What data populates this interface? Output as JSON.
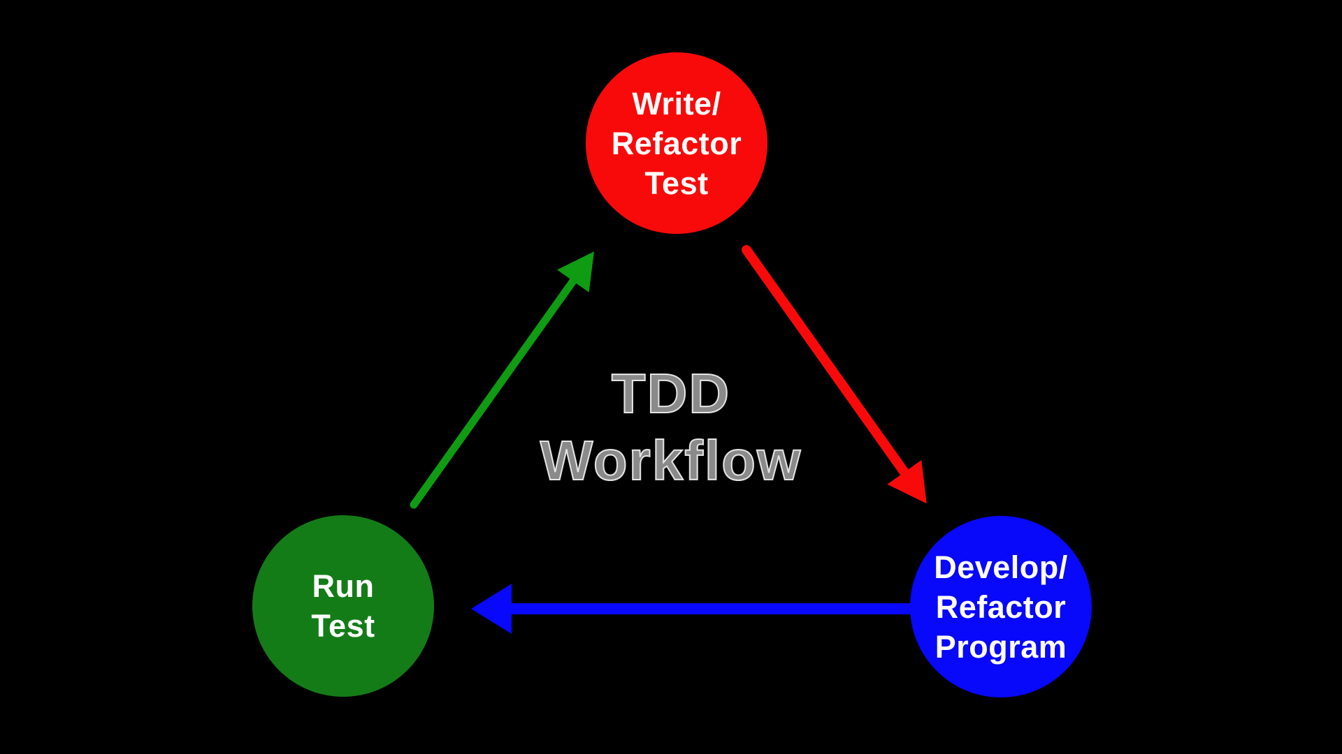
{
  "diagram": {
    "background_color": "#000000",
    "title": {
      "line1": "TDD",
      "line2": "Workflow",
      "color": "#8a8a8a"
    },
    "nodes": {
      "write_test": {
        "lines": [
          "Write/",
          "Refactor",
          "Test"
        ],
        "color": "#f90a0a",
        "text_color": "#ffffff"
      },
      "run_test": {
        "lines": [
          "Run",
          "Test"
        ],
        "color": "#147c17",
        "text_color": "#ffffff"
      },
      "develop_program": {
        "lines": [
          "Develop/",
          "Refactor",
          "Program"
        ],
        "color": "#0808fa",
        "text_color": "#ffffff"
      }
    },
    "arrows": {
      "write_to_develop": {
        "from": "write-refactor-test",
        "to": "develop-refactor-program",
        "color": "#f90a0a"
      },
      "develop_to_run": {
        "from": "develop-refactor-program",
        "to": "run-test",
        "color": "#0808fa"
      },
      "run_to_write": {
        "from": "run-test",
        "to": "write-refactor-test",
        "color": "#0f9b12"
      }
    }
  }
}
